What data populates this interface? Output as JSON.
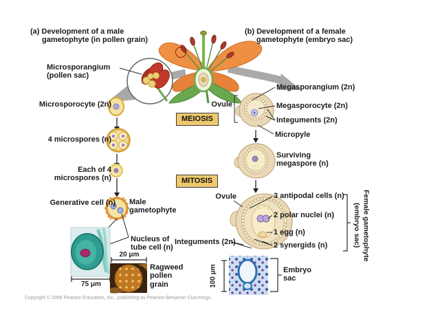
{
  "header": {
    "title_a": "(a) Development of a male gametophyte (in pollen grain)",
    "title_b": "(b) Development of a female gametophyte (embryo sac)"
  },
  "process": {
    "meiosis": "MEIOSIS",
    "mitosis": "MITOSIS"
  },
  "male": {
    "microsporangium": "Microsporangium\n(pollen sac)",
    "microsporocyte": "Microsporocyte (2n)",
    "four_microspores": "4 microspores (n)",
    "each_of_four": "Each of 4\nmicrospores (n)",
    "generative_cell": "Generative cell (n)",
    "male_gametophyte": "Male\ngametophyte",
    "nucleus_of_tube_cell": "Nucleus of\ntube cell (n)",
    "ragweed_pollen_grain": "Ragweed\npollen\ngrain",
    "scale_20um": "20 μm",
    "scale_75um": "75 μm"
  },
  "female": {
    "ovule_upper": "Ovule",
    "megasporangium": "Megasporangium (2n)",
    "megasporocyte": "Megasporocyte (2n)",
    "integuments_upper": "Integuments (2n)",
    "micropyle": "Micropyle",
    "surviving_megaspore": "Surviving\nmegaspore (n)",
    "ovule_lower": "Ovule",
    "antipodal_cells": "3 antipodal cells (n)",
    "polar_nuclei": "2 polar nuclei (n)",
    "egg": "1 egg (n)",
    "synergids": "2 synergids (n)",
    "integuments_lower": "Integuments (2n)",
    "female_gametophyte_bracket": "Female gametophyte\n(embryo sac)",
    "embryo_sac": "Embryo\nsac",
    "scale_100um": "100 μm"
  },
  "footer": {
    "copyright": "Copyright © 2008 Pearson Education, Inc., publishing as Pearson Benjamin Cummings."
  },
  "colors": {
    "cell_fill": "#f3e4a4",
    "cell_ring": "#d9a833",
    "ovule_fill": "#ead9b8",
    "nucleus": "#a89bd0",
    "arrow_gray": "#a9a9a9",
    "process_box": "#eec96e",
    "anther_red": "#c0392b",
    "leaf_green": "#6aa84f",
    "micrograph_teal": "#2f9d92",
    "sem_orange": "#c07820",
    "embryo_blue": "#c8dff0"
  }
}
